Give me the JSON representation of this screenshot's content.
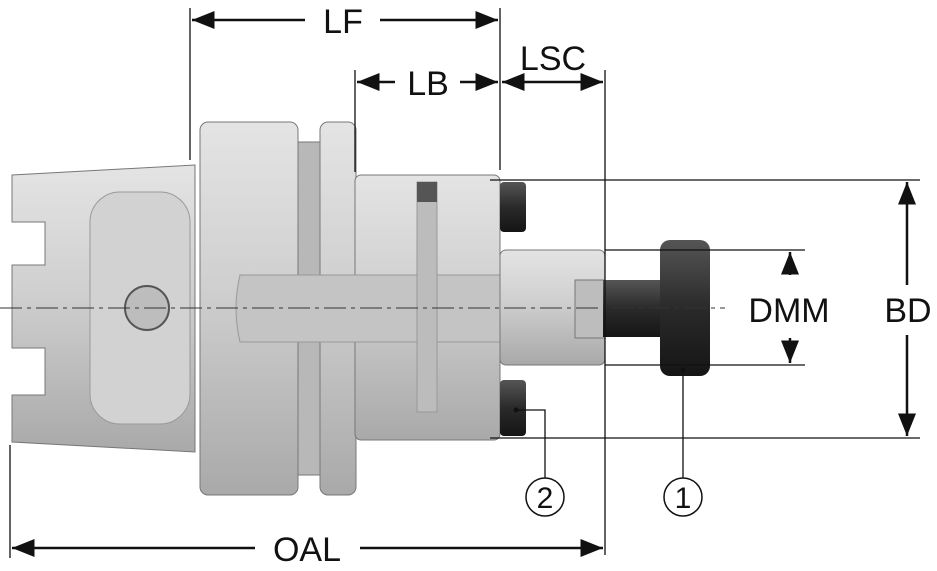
{
  "diagram": {
    "dimensions": {
      "lf": "LF",
      "lb": "LB",
      "lsc": "LSC",
      "oal": "OAL",
      "bd": "BD",
      "dmm": "DMM"
    },
    "callouts": {
      "item1": "1",
      "item2": "2"
    },
    "colors": {
      "body": "#c9c9c9",
      "body_dark": "#a8a8a8",
      "cutter": "#2b2b2b",
      "line": "#111111"
    }
  }
}
